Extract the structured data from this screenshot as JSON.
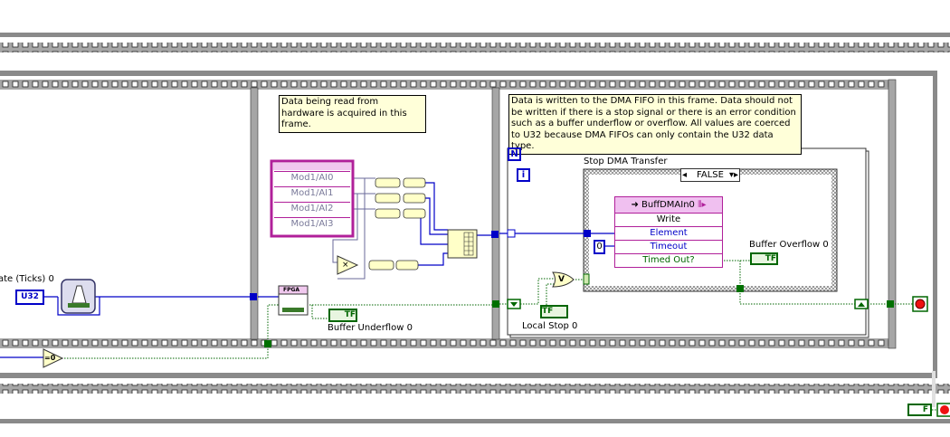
{
  "comments": {
    "acquire": "Data being read from hardware is acquired in this frame.",
    "dma": "Data is written to the DMA FIFO in this frame.  Data should not be written if there is a stop signal or there is an error condition such as a buffer underflow or overflow.   All values are coerced to U32 because DMA FIFOs can only contain the U32 data type."
  },
  "left_frame": {
    "label": "ate (Ticks) 0",
    "constant": "U32",
    "compare": "=0"
  },
  "io_node": {
    "channels": [
      "Mod1/AI0",
      "Mod1/AI1",
      "Mod1/AI2",
      "Mod1/AI3"
    ],
    "fpga_label": "FPGA",
    "buffer_underflow_label": "Buffer Underflow 0",
    "multiply": "×"
  },
  "loop": {
    "count_terminal": "N",
    "iteration_terminal": "i",
    "case_label": "Stop DMA Transfer",
    "case_selector": "FALSE",
    "dma_node": {
      "name": "BuffDMAIn0",
      "method": "Write",
      "inputs": [
        "Element",
        "Timeout"
      ],
      "output": "Timed Out?"
    },
    "timeout_constant": "0",
    "or_gate": "V",
    "local_stop_label": "Local Stop 0",
    "buffer_overflow_label": "Buffer Overflow 0"
  },
  "indicators": {
    "bool_tf": "TF",
    "bool_f": "F"
  },
  "colors": {
    "wire_int": "#0000c8",
    "wire_bool": "#006600",
    "frame_gray": "#a6a6a6",
    "io_pink": "#b0209a",
    "comment_bg": "#ffffd9",
    "stop_red": "#ee1111"
  }
}
